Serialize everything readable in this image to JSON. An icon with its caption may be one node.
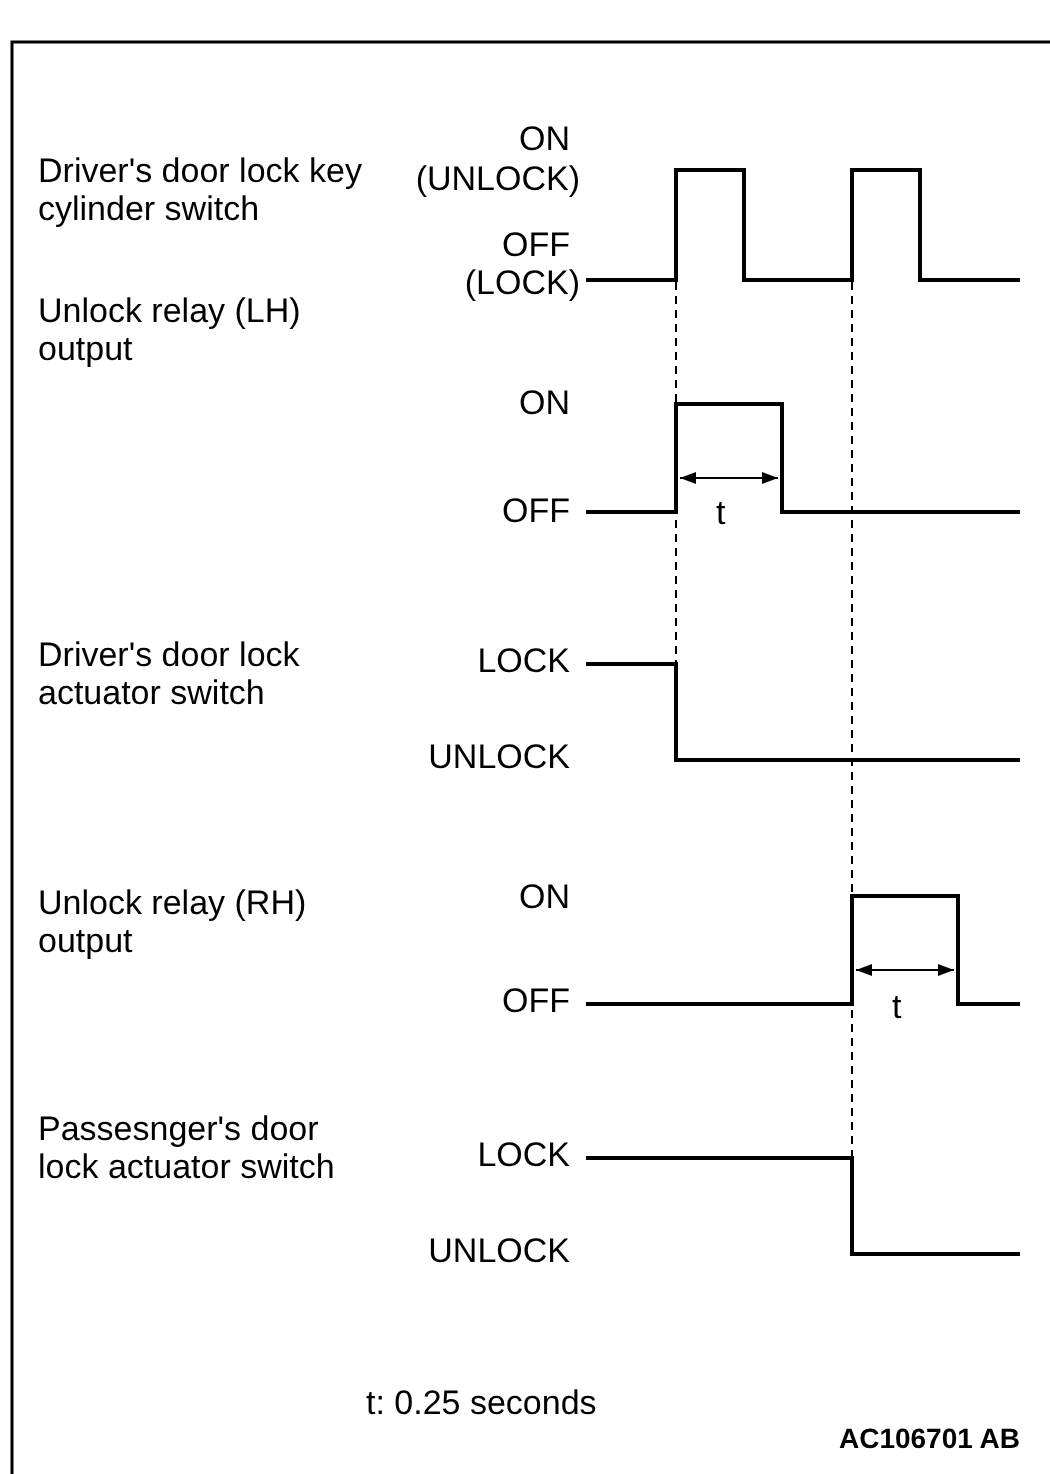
{
  "diagram": {
    "labels": [
      "Driver's door lock key cylinder switch",
      "ON",
      "(UNLOCK)",
      "OFF",
      "(LOCK)",
      "Unlock relay (LH) output",
      "ON",
      "OFF",
      "t",
      "Driver's door lock actuator switch",
      "LOCK",
      "UNLOCK",
      "Unlock relay (RH) output",
      "ON",
      "OFF",
      "t",
      "Passesnger's door lock actuator switch",
      "LOCK",
      "UNLOCK",
      "t: 0.25 seconds",
      "AC106701 AB"
    ]
  }
}
